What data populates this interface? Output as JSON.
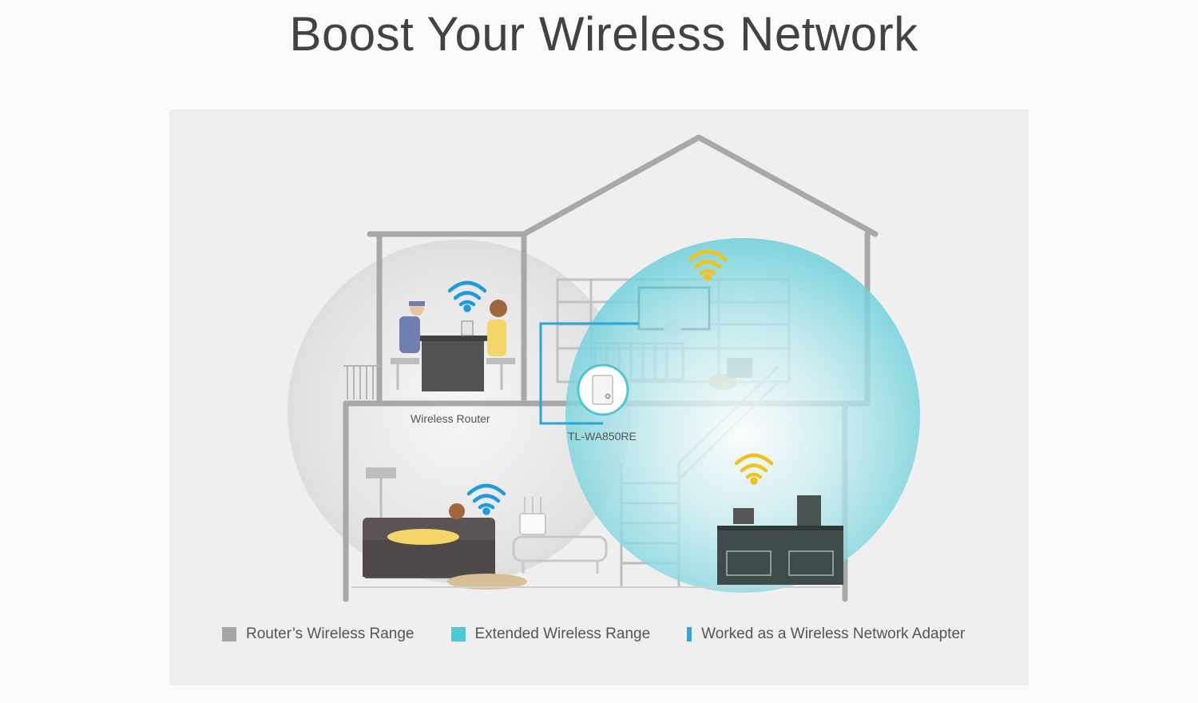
{
  "title": "Boost Your Wireless Network",
  "labels": {
    "router": "Wireless Router",
    "extender": "TL-WA850RE"
  },
  "legend": [
    {
      "label": "Router’s Wireless Range",
      "color": "#a7a7a7",
      "shape": "square"
    },
    {
      "label": "Extended Wireless Range",
      "color": "#4cc9d4",
      "shape": "square"
    },
    {
      "label": "Worked as a Wireless Network Adapter",
      "color": "#3aa0e0",
      "shape": "bar"
    }
  ],
  "colors": {
    "house_outline": "#a8a8a8",
    "router_range": "#e3e3e3",
    "extended_range": "#7fd3dc",
    "wifi_router": "#1e9be0",
    "wifi_extended": "#f2c21b",
    "adapter_line": "#2aa6d6"
  },
  "icons": [
    "wifi-icon",
    "extender-device-icon",
    "router-device-icon"
  ]
}
